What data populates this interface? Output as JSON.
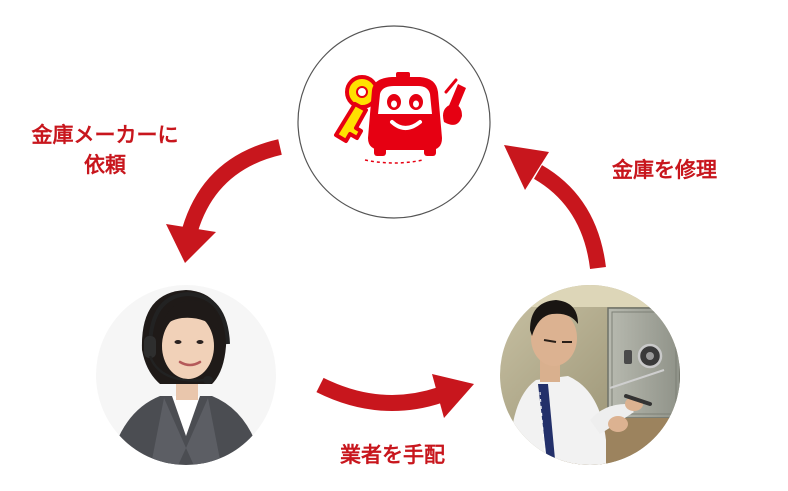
{
  "diagram": {
    "accent_color": "#c8161d",
    "logo_colors": {
      "mascot": "#e60012",
      "key": "#ffe100"
    },
    "nodes": [
      {
        "id": "company",
        "icon": "key-car-mascot-logo"
      },
      {
        "id": "operator",
        "icon": "call-center-operator-photo"
      },
      {
        "id": "technician",
        "icon": "locksmith-repairing-safe-photo"
      }
    ],
    "steps": {
      "request": {
        "line1": "金庫メーカーに",
        "line2": "依頼"
      },
      "dispatch": {
        "text": "業者を手配"
      },
      "repair": {
        "text": "金庫を修理"
      }
    }
  }
}
